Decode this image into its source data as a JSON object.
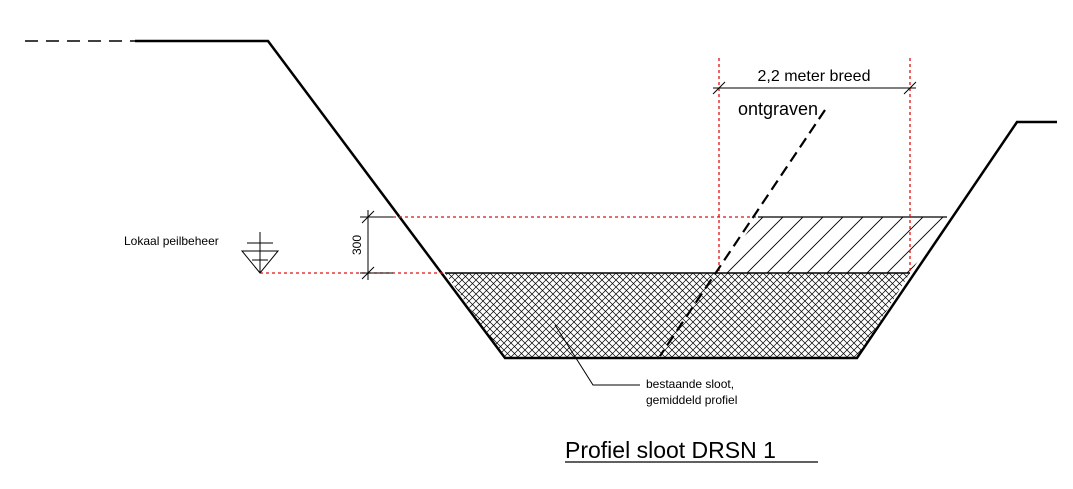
{
  "labels": {
    "width": "2,2 meter breed",
    "excavated": "ontgraven",
    "depth": "300",
    "water_level": "Lokaal peilbeheer",
    "existing_line1": "bestaande sloot,",
    "existing_line2": "gemiddeld profiel",
    "title": "Profiel sloot DRSN 1"
  },
  "colors": {
    "line": "#000000",
    "reference_lines": "#e01010",
    "background": "#ffffff"
  }
}
